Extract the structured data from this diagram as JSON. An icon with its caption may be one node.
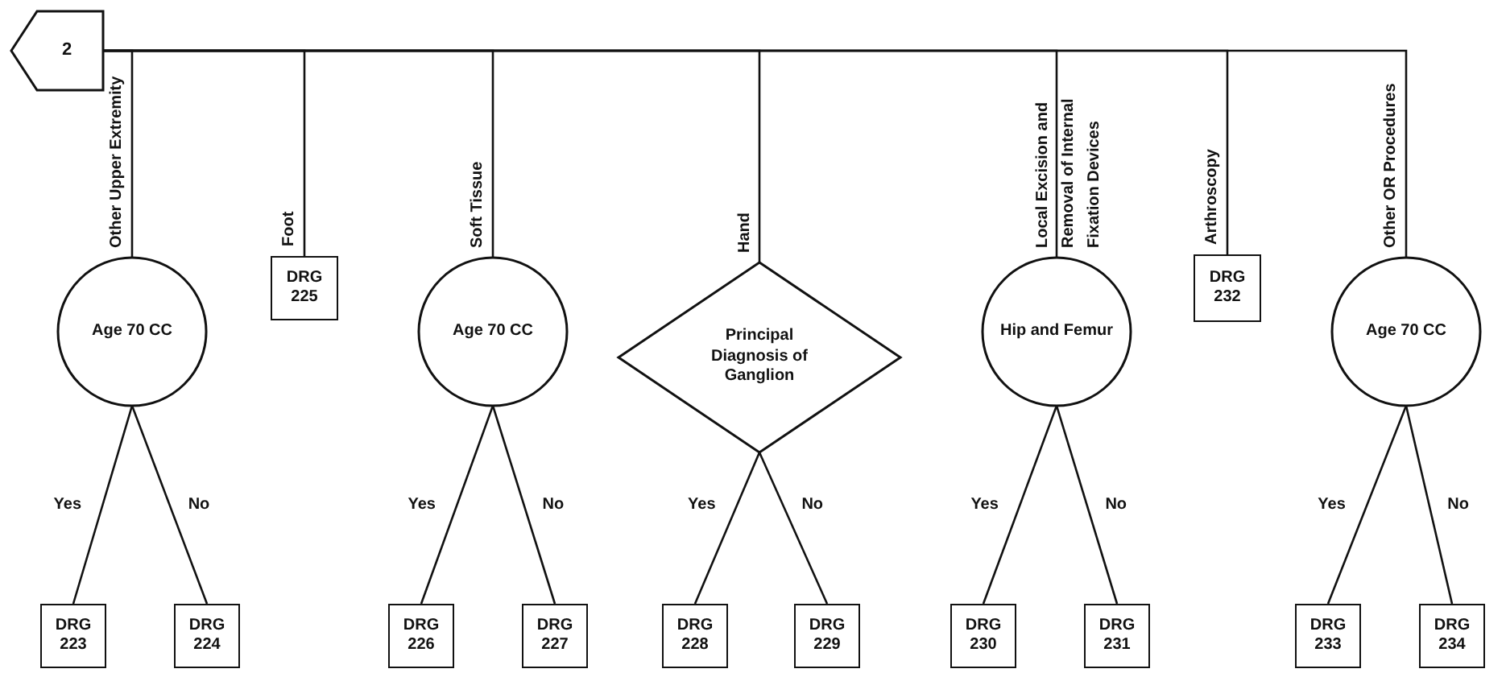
{
  "diagram": {
    "nodes": [
      {
        "text": [
          "2"
        ]
      },
      {
        "text": [
          "Age 70 CC"
        ]
      },
      {
        "text": [
          "DRG 225"
        ]
      },
      {
        "text": [
          "Age 70 CC"
        ]
      },
      {
        "text": [
          "Principal Diagnosis of Ganglion"
        ]
      },
      {
        "text": [
          "Hip and Femur"
        ]
      },
      {
        "text": [
          "DRG 232"
        ]
      },
      {
        "text": [
          "Age 70 CC"
        ]
      },
      {
        "text": [
          "DRG 223"
        ]
      },
      {
        "text": [
          "DRG 224"
        ]
      },
      {
        "text": [
          "DRG 226"
        ]
      },
      {
        "text": [
          "DRG 227"
        ]
      },
      {
        "text": [
          "DRG 228"
        ]
      },
      {
        "text": [
          "DRG 229"
        ]
      },
      {
        "text": [
          "DRG 230"
        ]
      },
      {
        "text": [
          "DRG 231"
        ]
      },
      {
        "text": [
          "DRG 233"
        ]
      },
      {
        "text": [
          "DRG 234"
        ]
      }
    ],
    "edges": [
      {
        "from": 0,
        "to": 1,
        "arrow": "none",
        "label": "Other Upper Extremity"
      },
      {
        "from": 0,
        "to": 2,
        "arrow": "none",
        "label": "Foot"
      },
      {
        "from": 0,
        "to": 3,
        "arrow": "none",
        "label": "Soft Tissue"
      },
      {
        "from": 0,
        "to": 4,
        "arrow": "none",
        "label": "Hand"
      },
      {
        "from": 0,
        "to": 5,
        "arrow": "none",
        "label": "Local Excision and Removal of Internal Fixation Devices"
      },
      {
        "from": 0,
        "to": 6,
        "arrow": "none",
        "label": "Arthroscopy"
      },
      {
        "from": 0,
        "to": 7,
        "arrow": "none",
        "label": "Other OR Procedures"
      },
      {
        "from": 1,
        "to": 8,
        "arrow": "none",
        "label": "Yes"
      },
      {
        "from": 1,
        "to": 9,
        "arrow": "none",
        "label": "No"
      },
      {
        "from": 3,
        "to": 10,
        "arrow": "none",
        "label": "Yes"
      },
      {
        "from": 3,
        "to": 11,
        "arrow": "none",
        "label": "No"
      },
      {
        "from": 4,
        "to": 12,
        "arrow": "none",
        "label": "Yes"
      },
      {
        "from": 4,
        "to": 13,
        "arrow": "none",
        "label": "No"
      },
      {
        "from": 5,
        "to": 14,
        "arrow": "none",
        "label": "Yes"
      },
      {
        "from": 5,
        "to": 15,
        "arrow": "none",
        "label": "No"
      },
      {
        "from": 7,
        "to": 16,
        "arrow": "none",
        "label": "Yes"
      },
      {
        "from": 7,
        "to": 17,
        "arrow": "none",
        "label": "No"
      }
    ]
  }
}
